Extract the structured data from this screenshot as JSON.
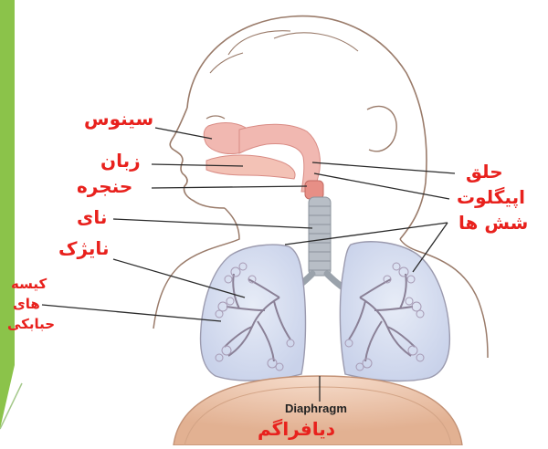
{
  "colors": {
    "accent_strip": "#8bc34a",
    "label_red": "#e8211d",
    "skin_outline": "#9a7b6a",
    "lung_fill": "#cfd8ee",
    "lung_outline": "#9b9aae",
    "airway_fill": "#f1b8b1",
    "diaphragm_fill": "#e9c3a8",
    "trachea_fill": "#b8bec6"
  },
  "labels": {
    "sinus": "سینوس",
    "tongue": "زبان",
    "larynx": "حنجره",
    "trachea": "نای",
    "bronchiole": "نایژک",
    "alveoli_line1": "کیسه",
    "alveoli_line2": "های",
    "alveoli_line3": "حبابکی",
    "pharynx": "حلق",
    "epiglottis": "اپیگلوت",
    "lungs": "شش ها",
    "diaphragm_en": "Diaphragm",
    "diaphragm_fa": "دیافراگم"
  }
}
